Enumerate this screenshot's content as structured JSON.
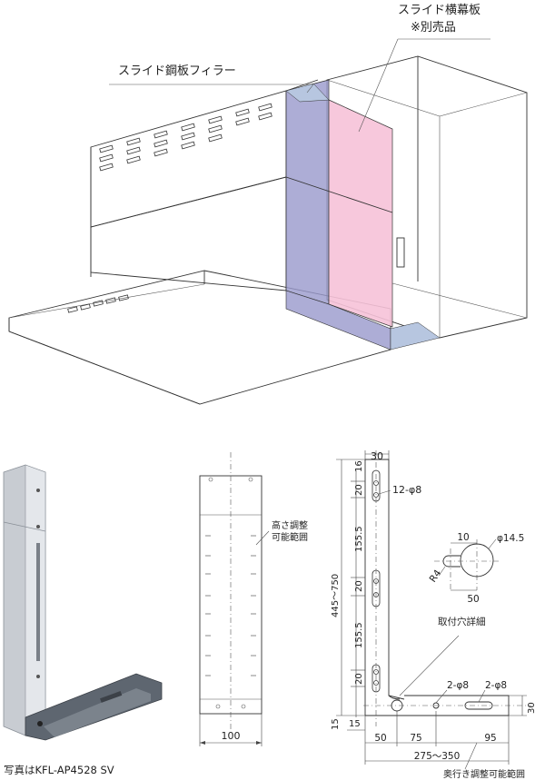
{
  "colors": {
    "filler": "#9999cc",
    "filler_light": "#b7c6e0",
    "cross_panel": "#f6c2d8",
    "photo_metal": "#d9dde2",
    "photo_bracket": "#5e6670"
  },
  "callouts": {
    "cross_panel_title": "スライド横幕板",
    "cross_panel_note": "※別売品",
    "filler": "スライド鋼板フィラー"
  },
  "photo_caption": "写真はKFL-AP4528 SV",
  "front_view": {
    "width_label": "100",
    "height_adjust_label_1": "高さ調整",
    "height_adjust_label_2": "可能範囲"
  },
  "side_view": {
    "dims": {
      "top_width": "30",
      "top_offset": "16",
      "hole_pitch_top": "20",
      "hole_spec": "12-φ8",
      "seg_1": "155.5",
      "hole_pitch_mid": "20",
      "seg_2": "155.5",
      "hole_pitch_bottom": "20",
      "total_height": "445～750",
      "base_thickness": "15",
      "foot_offset": "15",
      "base_height": "30",
      "base_a": "50",
      "base_b": "75",
      "base_c": "95",
      "depth_range": "275～350",
      "slot_left": "2-φ8",
      "slot_right": "2-φ8"
    },
    "depth_adjust_label": "奥行き調整可能範囲"
  },
  "hole_detail": {
    "title": "取付穴詳細",
    "width": "10",
    "diameter": "φ14.5",
    "radius": "R4",
    "spacing": "50"
  }
}
